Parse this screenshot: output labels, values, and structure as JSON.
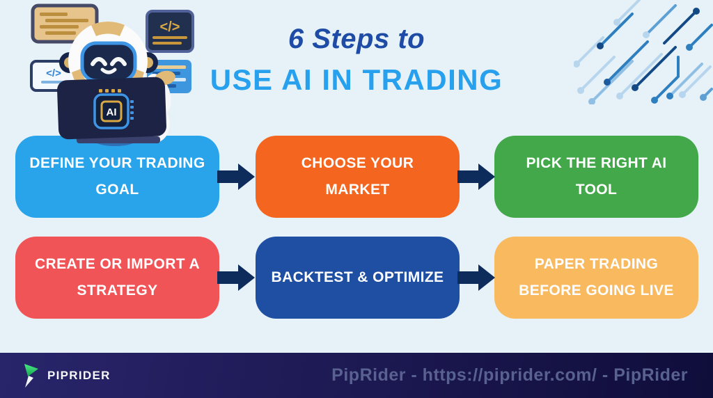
{
  "background_color": "#E7F2F8",
  "title": {
    "line1": "6 Steps to",
    "line2": "USE AI IN TRADING",
    "line1_color": "#1E4BA5",
    "line2_color": "#27A0EE"
  },
  "steps": [
    {
      "id": 1,
      "label": "DEFINE YOUR TRADING GOAL",
      "color": "#29A4EA"
    },
    {
      "id": 2,
      "label": "CHOOSE YOUR MARKET",
      "color": "#F4661F"
    },
    {
      "id": 3,
      "label": "PICK THE RIGHT AI TOOL",
      "color": "#43A84A"
    },
    {
      "id": 4,
      "label": "CREATE OR IMPORT A STRATEGY",
      "color": "#F15456"
    },
    {
      "id": 5,
      "label": "BACKTEST & OPTIMIZE",
      "color": "#1F4FA3"
    },
    {
      "id": 6,
      "label": "PAPER TRADING BEFORE GOING LIVE",
      "color": "#F9B95F"
    }
  ],
  "arrow_color": "#0D2C5B",
  "robot": {
    "chip_label": "AI",
    "code_glyph": "</>"
  },
  "footer": {
    "brand": "PIPRIDER",
    "credit": "PipRider - https://piprider.com/ - PipRider",
    "background_left": "#29256B",
    "background_right": "#0F0D3A"
  }
}
